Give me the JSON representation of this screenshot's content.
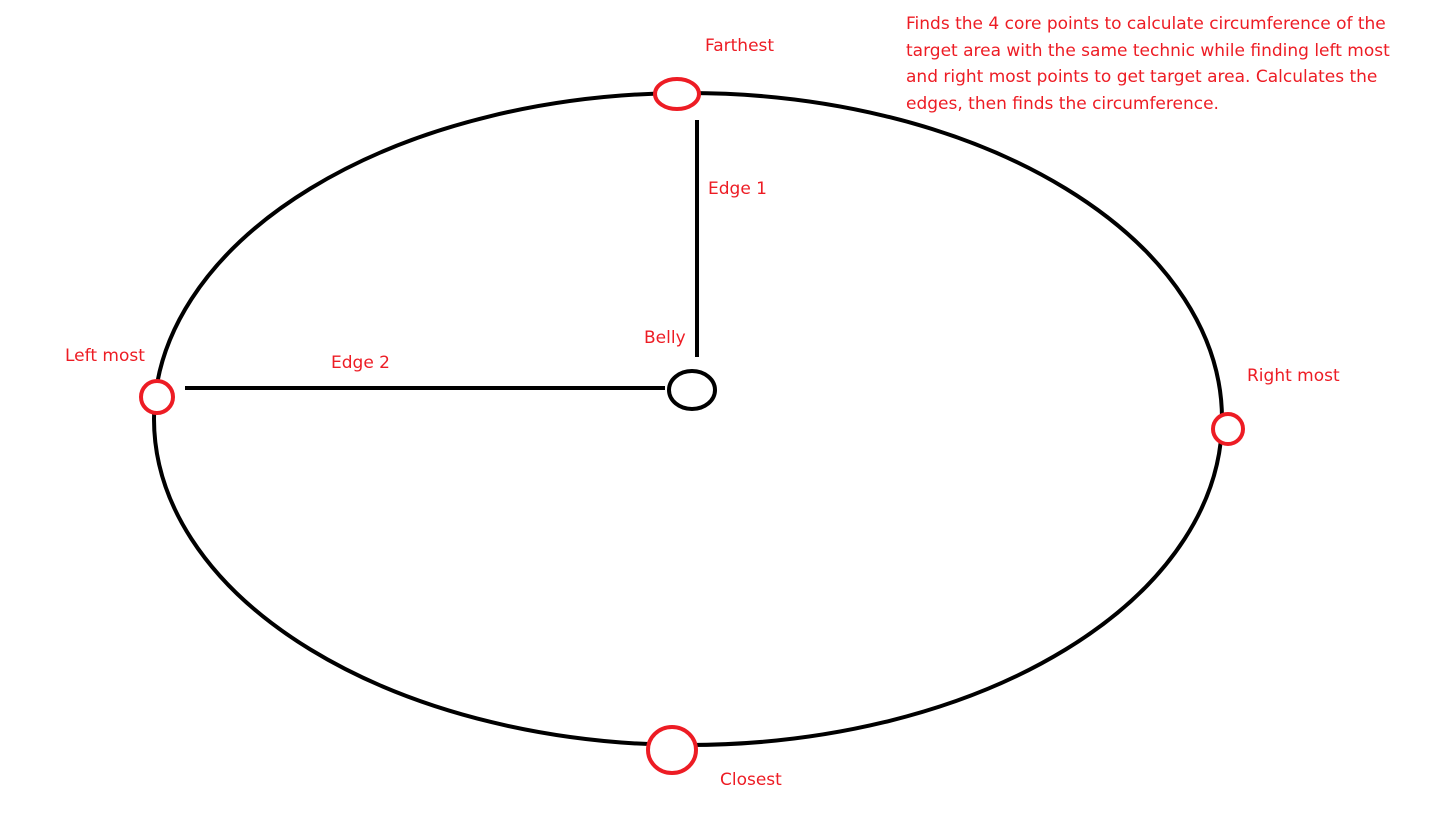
{
  "diagram": {
    "note": "Finds the 4 core points to calculate circumference of the target area with the same technic while finding left most and right most points to get target area. Calculates the edges, then finds the circumference.",
    "labels": {
      "farthest": "Farthest",
      "closest": "Closest",
      "left_most": "Left most",
      "right_most": "Right most",
      "belly": "Belly",
      "edge1": "Edge 1",
      "edge2": "Edge 2"
    },
    "colors": {
      "outline": "#000000",
      "point_marker": "#ed1c24",
      "text": "#ed1c24"
    }
  }
}
